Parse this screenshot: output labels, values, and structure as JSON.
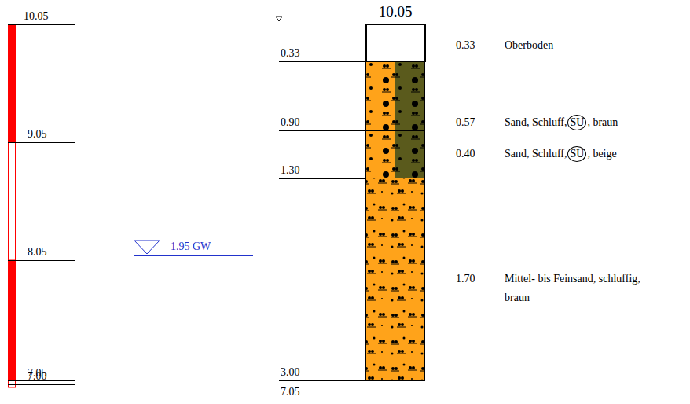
{
  "diagram": {
    "nodes": [
      {
        "text": [
          "SU"
        ]
      },
      {
        "text": [
          "SU"
        ]
      }
    ],
    "labels": [
      "10.05",
      "9.05",
      "8.05",
      "7.05",
      "7.00",
      "1.95 GW",
      "10.05",
      "0.33",
      "0.90",
      "1.30",
      "3.00",
      "7.05",
      "0.33",
      "Oberboden",
      "0.57",
      "Sand, Schluff,",
      ", braun",
      "0.40",
      "Sand, Schluff,",
      ", beige",
      "1.70",
      "Mittel- bis Feinsand, schluffig,",
      "braun"
    ]
  }
}
